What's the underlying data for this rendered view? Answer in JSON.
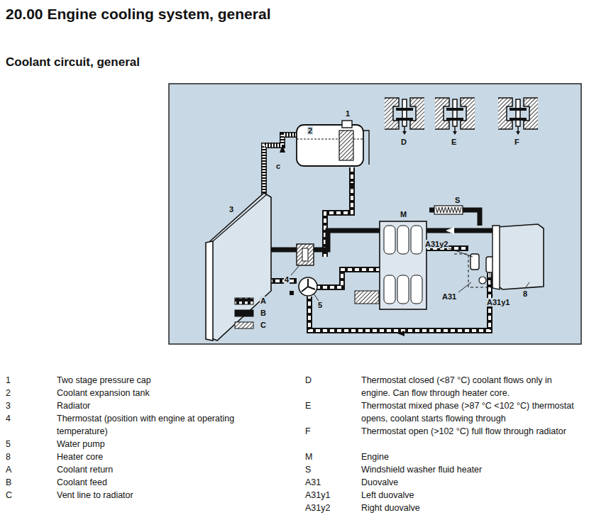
{
  "diagram": {
    "title": "20.00 Engine cooling system, general",
    "labels": [
      "Coolant circuit, general",
      "1",
      "2",
      "c",
      "3",
      "M",
      "S",
      "A31y2",
      "A31",
      "A31y1",
      "4",
      "5",
      "8",
      "D",
      "E",
      "F",
      "1",
      "Two stage pressure cap",
      "2",
      "Coolant expansion tank",
      "3",
      "Radiator",
      "4",
      "Thermostat (position with engine at operating temperature)",
      "5",
      "Water pump",
      "8",
      "Heater core",
      "A",
      "Coolant return",
      "B",
      "Coolant feed",
      "C",
      "Vent line to radiator",
      "D",
      "Thermostat closed (<87 °C) coolant flows only in engine. Can flow through heater core.",
      "E",
      "Thermostat mixed phase (>87 °C <102 °C) thermostat opens, coolant starts flowing through",
      "F",
      "Thermostat open (>102 °C) full flow through radiator",
      "M",
      "Engine",
      "S",
      "Windshield washer fluid heater",
      "A31",
      "Duovalve",
      "A31y1",
      "Left duovalve",
      "A31y2",
      "Right duovalve"
    ],
    "legend": [
      {
        "text": "A"
      },
      {
        "text": "B",
        "color": "#111111"
      },
      {
        "text": "C"
      }
    ]
  }
}
